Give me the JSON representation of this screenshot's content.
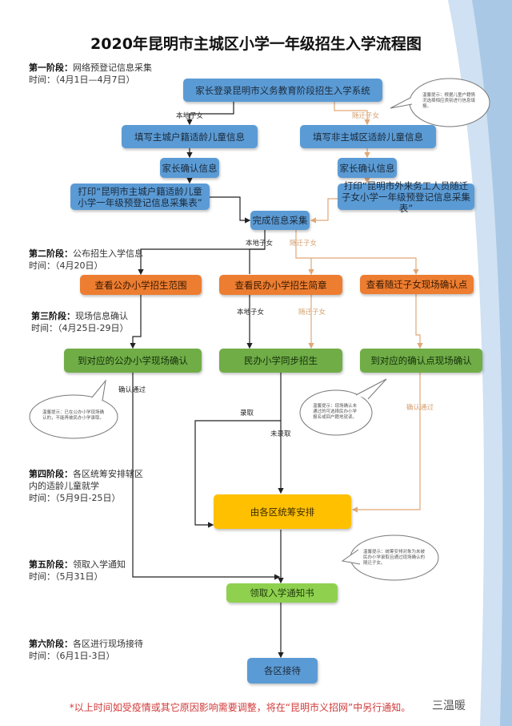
{
  "title": "2020年昆明市主城区小学一年级招生入学流程图",
  "stages": [
    {
      "name": "第一阶段：",
      "desc": "网络预登记信息采集",
      "time": "时间：（4月1日—4月7日）"
    },
    {
      "name": "第二阶段：",
      "desc": "公布招生入学信息",
      "time": "时间：（4月20日）"
    },
    {
      "name": "第三阶段：",
      "desc": "现场信息确认",
      "time": "时间：（4月25日-29日）"
    },
    {
      "name": "第四阶段：",
      "desc": "各区统筹安排辖区内的适龄儿童就学",
      "time": "时间：（5月9日-25日）"
    },
    {
      "name": "第五阶段：",
      "desc": "领取入学通知",
      "time": "时间：（5月31日）"
    },
    {
      "name": "第六阶段：",
      "desc": "各区进行现场接待",
      "time": "时间：（6月1日-3日）"
    }
  ],
  "nodes": {
    "login": "家长登录昆明市义务教育阶段招生入学系统",
    "fill_local": "填写主城户籍适龄儿童信息",
    "fill_migrant": "填写非主城区适龄儿童信息",
    "confirm_local": "家长确认信息",
    "confirm_migrant": "家长确认信息",
    "print_local": "打印“昆明市主城户籍适龄儿童小学一年级预登记信息采集表”",
    "print_migrant": "打印“昆明市外来务工人员随迁子女小学一年级预登记信息采集表”",
    "complete": "完成信息采集",
    "view_public": "查看公办小学招生范围",
    "view_private": "查看民办小学招生简章",
    "view_migrant": "查看随迁子女现场确认点",
    "confirm_public": "到对应的公办小学现场确认",
    "private_enroll": "民办小学同步招生",
    "confirm_point": "到对应的确认点现场确认",
    "district": "由各区统筹安排",
    "notice": "领取入学通知书",
    "reception": "各区接待"
  },
  "labels": {
    "local": "本地子女",
    "migrant": "随迁子女",
    "passed": "确认通过",
    "admitted": "录取",
    "not_admitted": "未录取"
  },
  "bubbles": [
    "温馨提示：根据儿童户籍情况选择相应类别进行信息填报。",
    "温馨提示：已在公办小学现场确认的，不能再被民办小学录取。",
    "温馨提示：现场确认未通过的可选择民办小学报名或回户籍地就读。",
    "温馨提示：统筹安排对象为未被民办小学录取且通过现场确认的随迁子女。"
  ],
  "footnote": "*以上时间如受疫情或其它原因影响需要调整，将在“昆明市义招网”中另行通知。",
  "watermark": "三温暖",
  "colors": {
    "blue": "#5b9bd5",
    "orange": "#ed7d31",
    "green": "#70ad47",
    "yellow": "#ffc000",
    "lime": "#8fd14f",
    "migrant_line": "#e0a878",
    "note": "#d23a3a"
  }
}
